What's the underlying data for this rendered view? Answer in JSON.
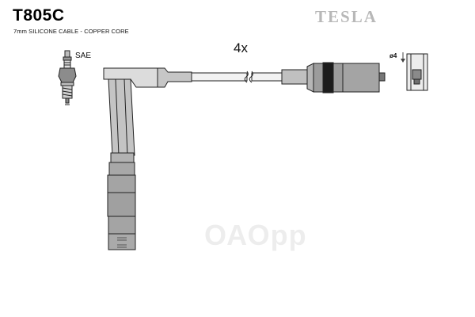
{
  "header": {
    "part_code": "T805C",
    "description": "7mm SILICONE CABLE - COPPER CORE",
    "brand": "TESLA"
  },
  "diagram": {
    "quantity_label": "4x",
    "plug_standard_label": "SAE",
    "terminal_diameter_label": "ø4"
  },
  "watermark": "ОАОрр",
  "colors": {
    "cable_fill": "#d4d4d4",
    "boot_fill": "#a9a9a9",
    "outline": "#222222",
    "brand_gray": "#b8b8b8"
  }
}
